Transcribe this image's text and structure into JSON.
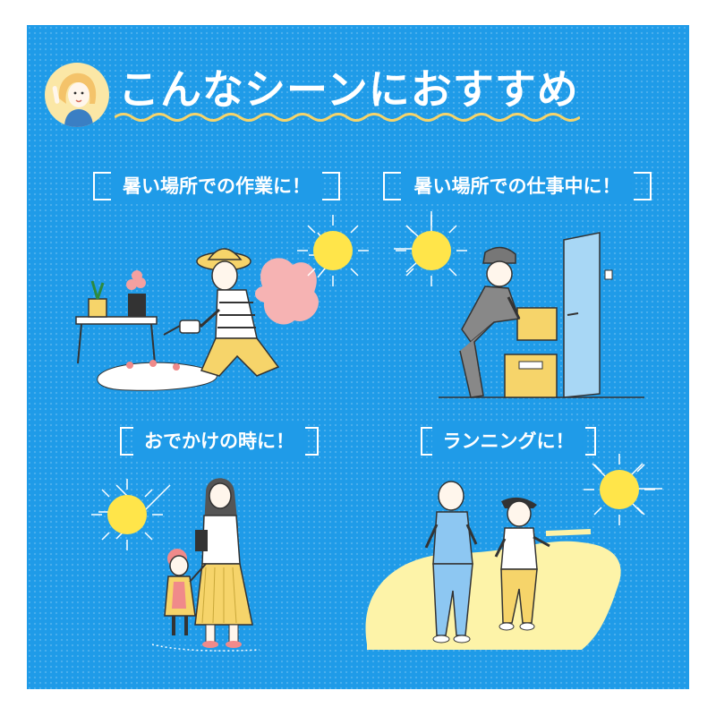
{
  "header": {
    "title": "こんなシーンにおすすめ",
    "avatar_icon": "woman-pointing-icon"
  },
  "scenes": [
    {
      "label": "暑い場所での作業に！",
      "icon": "gardening-man-illustration"
    },
    {
      "label": "暑い場所での仕事中に！",
      "icon": "delivery-worker-illustration"
    },
    {
      "label": "おでかけの時に！",
      "icon": "mother-and-child-illustration"
    },
    {
      "label": "ランニングに！",
      "icon": "runners-illustration"
    }
  ],
  "colors": {
    "background_blue": "#1f9be8",
    "sun_yellow": "#ffe54a",
    "accent_yellow": "#f6d46a",
    "pale_yellow": "#fdf3a8",
    "white": "#ffffff"
  }
}
